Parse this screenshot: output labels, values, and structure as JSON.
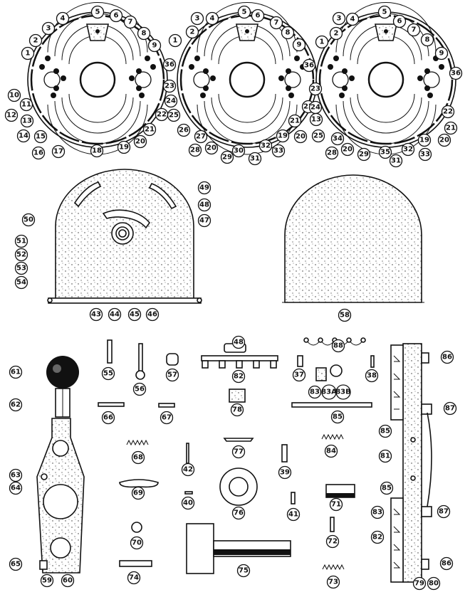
{
  "title": "Parts diagram",
  "labels": {
    "disk_1": [
      "5",
      "6",
      "4",
      "7",
      "3",
      "8",
      "2",
      "9",
      "1",
      "36",
      "10",
      "11",
      "12",
      "13",
      "14",
      "15",
      "16",
      "17",
      "18",
      "19",
      "20",
      "21",
      "22"
    ],
    "disk_2": [
      "3",
      "4",
      "5",
      "6",
      "7",
      "8",
      "9",
      "1",
      "2",
      "36",
      "23",
      "24",
      "25",
      "26",
      "27",
      "28",
      "20",
      "29",
      "30",
      "31",
      "32",
      "33",
      "19",
      "20",
      "21",
      "22"
    ],
    "disk_3": [
      "3",
      "4",
      "5",
      "6",
      "7",
      "8",
      "9",
      "1",
      "2",
      "36",
      "23",
      "24",
      "13",
      "25",
      "34",
      "28",
      "20",
      "29",
      "35",
      "31",
      "32",
      "33",
      "19",
      "20",
      "21",
      "22"
    ],
    "left_cover": [
      "49",
      "48",
      "50",
      "47",
      "51",
      "52",
      "53",
      "54",
      "43",
      "44",
      "45",
      "46"
    ],
    "right_cover": [
      "58"
    ],
    "lever": [
      "61",
      "62",
      "63",
      "64",
      "65",
      "59",
      "60"
    ],
    "small_parts": [
      "55",
      "56",
      "57",
      "48",
      "82",
      "78",
      "37",
      "66",
      "67",
      "68",
      "77",
      "42",
      "39",
      "69",
      "40",
      "76",
      "41",
      "70",
      "74",
      "75"
    ],
    "right_parts": [
      "88",
      "38",
      "83",
      "83A",
      "83B",
      "85",
      "84",
      "71",
      "72",
      "73"
    ],
    "bar_assembly": [
      "86",
      "87",
      "85",
      "81",
      "85",
      "83",
      "82",
      "87",
      "86",
      "79",
      "80"
    ]
  }
}
